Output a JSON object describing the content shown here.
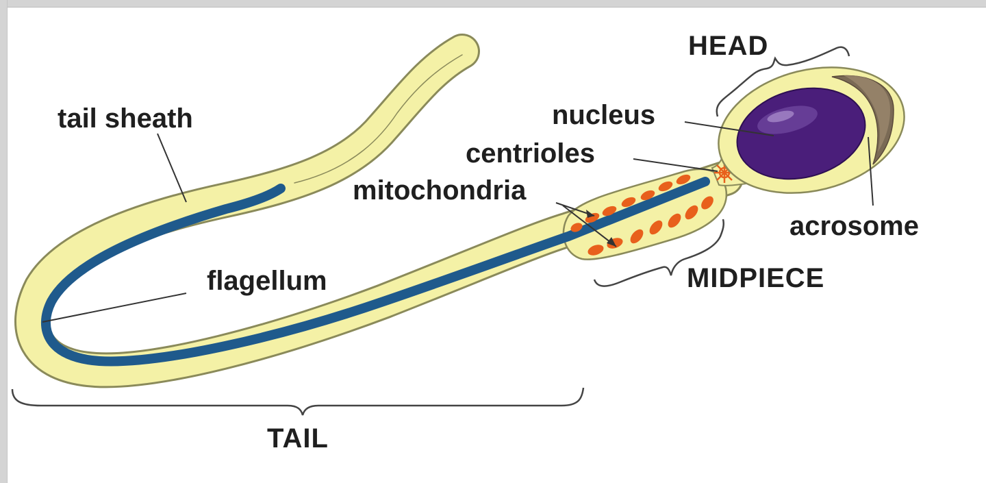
{
  "diagram": {
    "labels": {
      "head": "HEAD",
      "nucleus": "nucleus",
      "centrioles": "centrioles",
      "mitochondria": "mitochondria",
      "acrosome": "acrosome",
      "midpiece": "MIDPIECE",
      "tail_sheath": "tail sheath",
      "flagellum": "flagellum",
      "tail": "TAIL"
    },
    "colors": {
      "sheath": "#f4f1a6",
      "outline": "#8a8a5a",
      "flagellum": "#1f5a8c",
      "mitochondria": "#e8601c",
      "nucleus": "#4a1e7a",
      "acrosome": "#7a6a55",
      "bracket": "#444444"
    }
  }
}
